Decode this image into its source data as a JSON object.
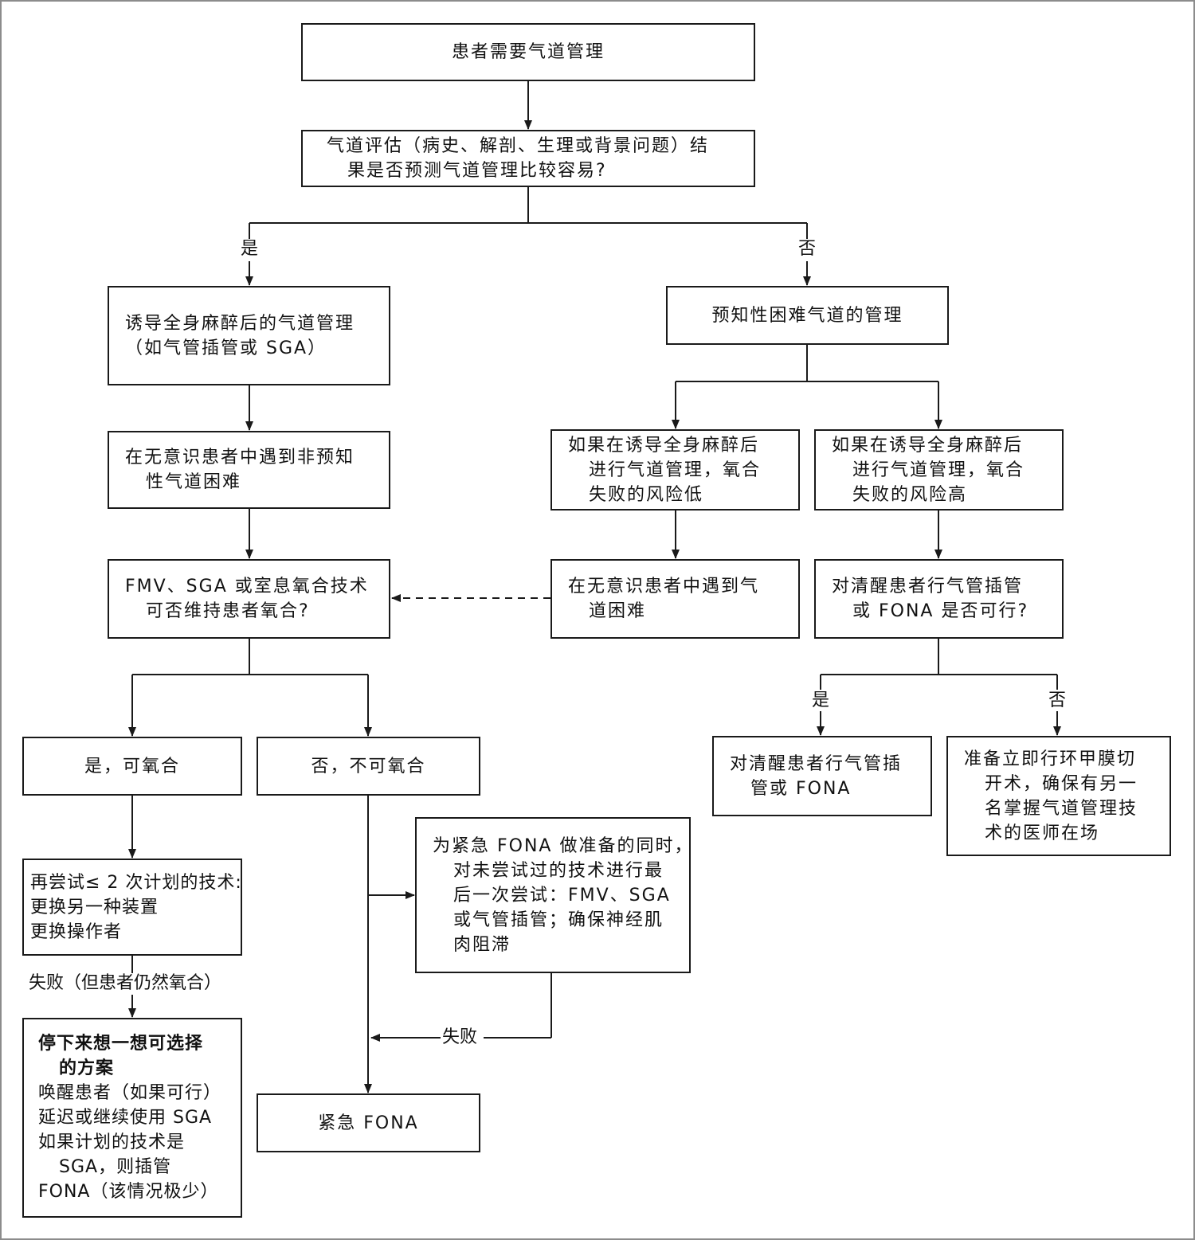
{
  "nodes": {
    "start": [
      "患者需要气道管理"
    ],
    "assess": [
      "气道评估（病史、解剖、生理或背景问题）结",
      "果是否预测气道管理比较容易?"
    ],
    "ga_mgmt": [
      "诱导全身麻醉后的气道管理",
      "（如气管插管或 SGA）"
    ],
    "anticipated": [
      "预知性困难气道的管理"
    ],
    "unanticipated": [
      "在无意识患者中遇到非预知",
      "性气道困难"
    ],
    "low_risk": [
      "如果在诱导全身麻醉后",
      "进行气道管理，氧合",
      "失败的风险低"
    ],
    "high_risk": [
      "如果在诱导全身麻醉后",
      "进行气道管理，氧合",
      "失败的风险高"
    ],
    "oxygenate_q": [
      "FMV、SGA 或室息氧合技术",
      "可否维持患者氧合?"
    ],
    "unconscious_diff": [
      "在无意识患者中遇到气",
      "道困难"
    ],
    "awake_q": [
      "对清醒患者行气管插管",
      "或 FONA 是否可行?"
    ],
    "yes_oxy": [
      "是，可氧合"
    ],
    "no_oxy": [
      "否，不可氧合"
    ],
    "awake_intub": [
      "对清醒患者行气管插",
      "管或 FONA"
    ],
    "prep_cric": [
      "准备立即行环甲膜切",
      "开术，确保有另一",
      "名掌握气道管理技",
      "术的医师在场"
    ],
    "retry": [
      "再尝试≤ 2 次计划的技术:",
      "更换另一种装置",
      "更换操作者"
    ],
    "final_attempt": [
      "为紧急 FONA 做准备的同时，",
      "对未尝试过的技术进行最",
      "后一次尝试：FMV、SGA",
      "或气管插管；确保神经肌",
      "肉阻滞"
    ],
    "stop_think": [
      "停下来想一想可选择",
      "的方案",
      "唤醒患者（如果可行）",
      "延迟或继续使用 SGA",
      "如果计划的技术是",
      "SGA，则插管",
      "FONA（该情况极少）"
    ],
    "emergency_fona": [
      "紧急 FONA"
    ]
  },
  "labels": {
    "yes": "是",
    "no": "否",
    "yes2": "是",
    "no2": "否",
    "fail_oxygenated": "失败（但患者仍然氧合）",
    "fail": "失败"
  },
  "colors": {
    "line": "#1a1a1a",
    "frame": "#8c8c8c"
  }
}
